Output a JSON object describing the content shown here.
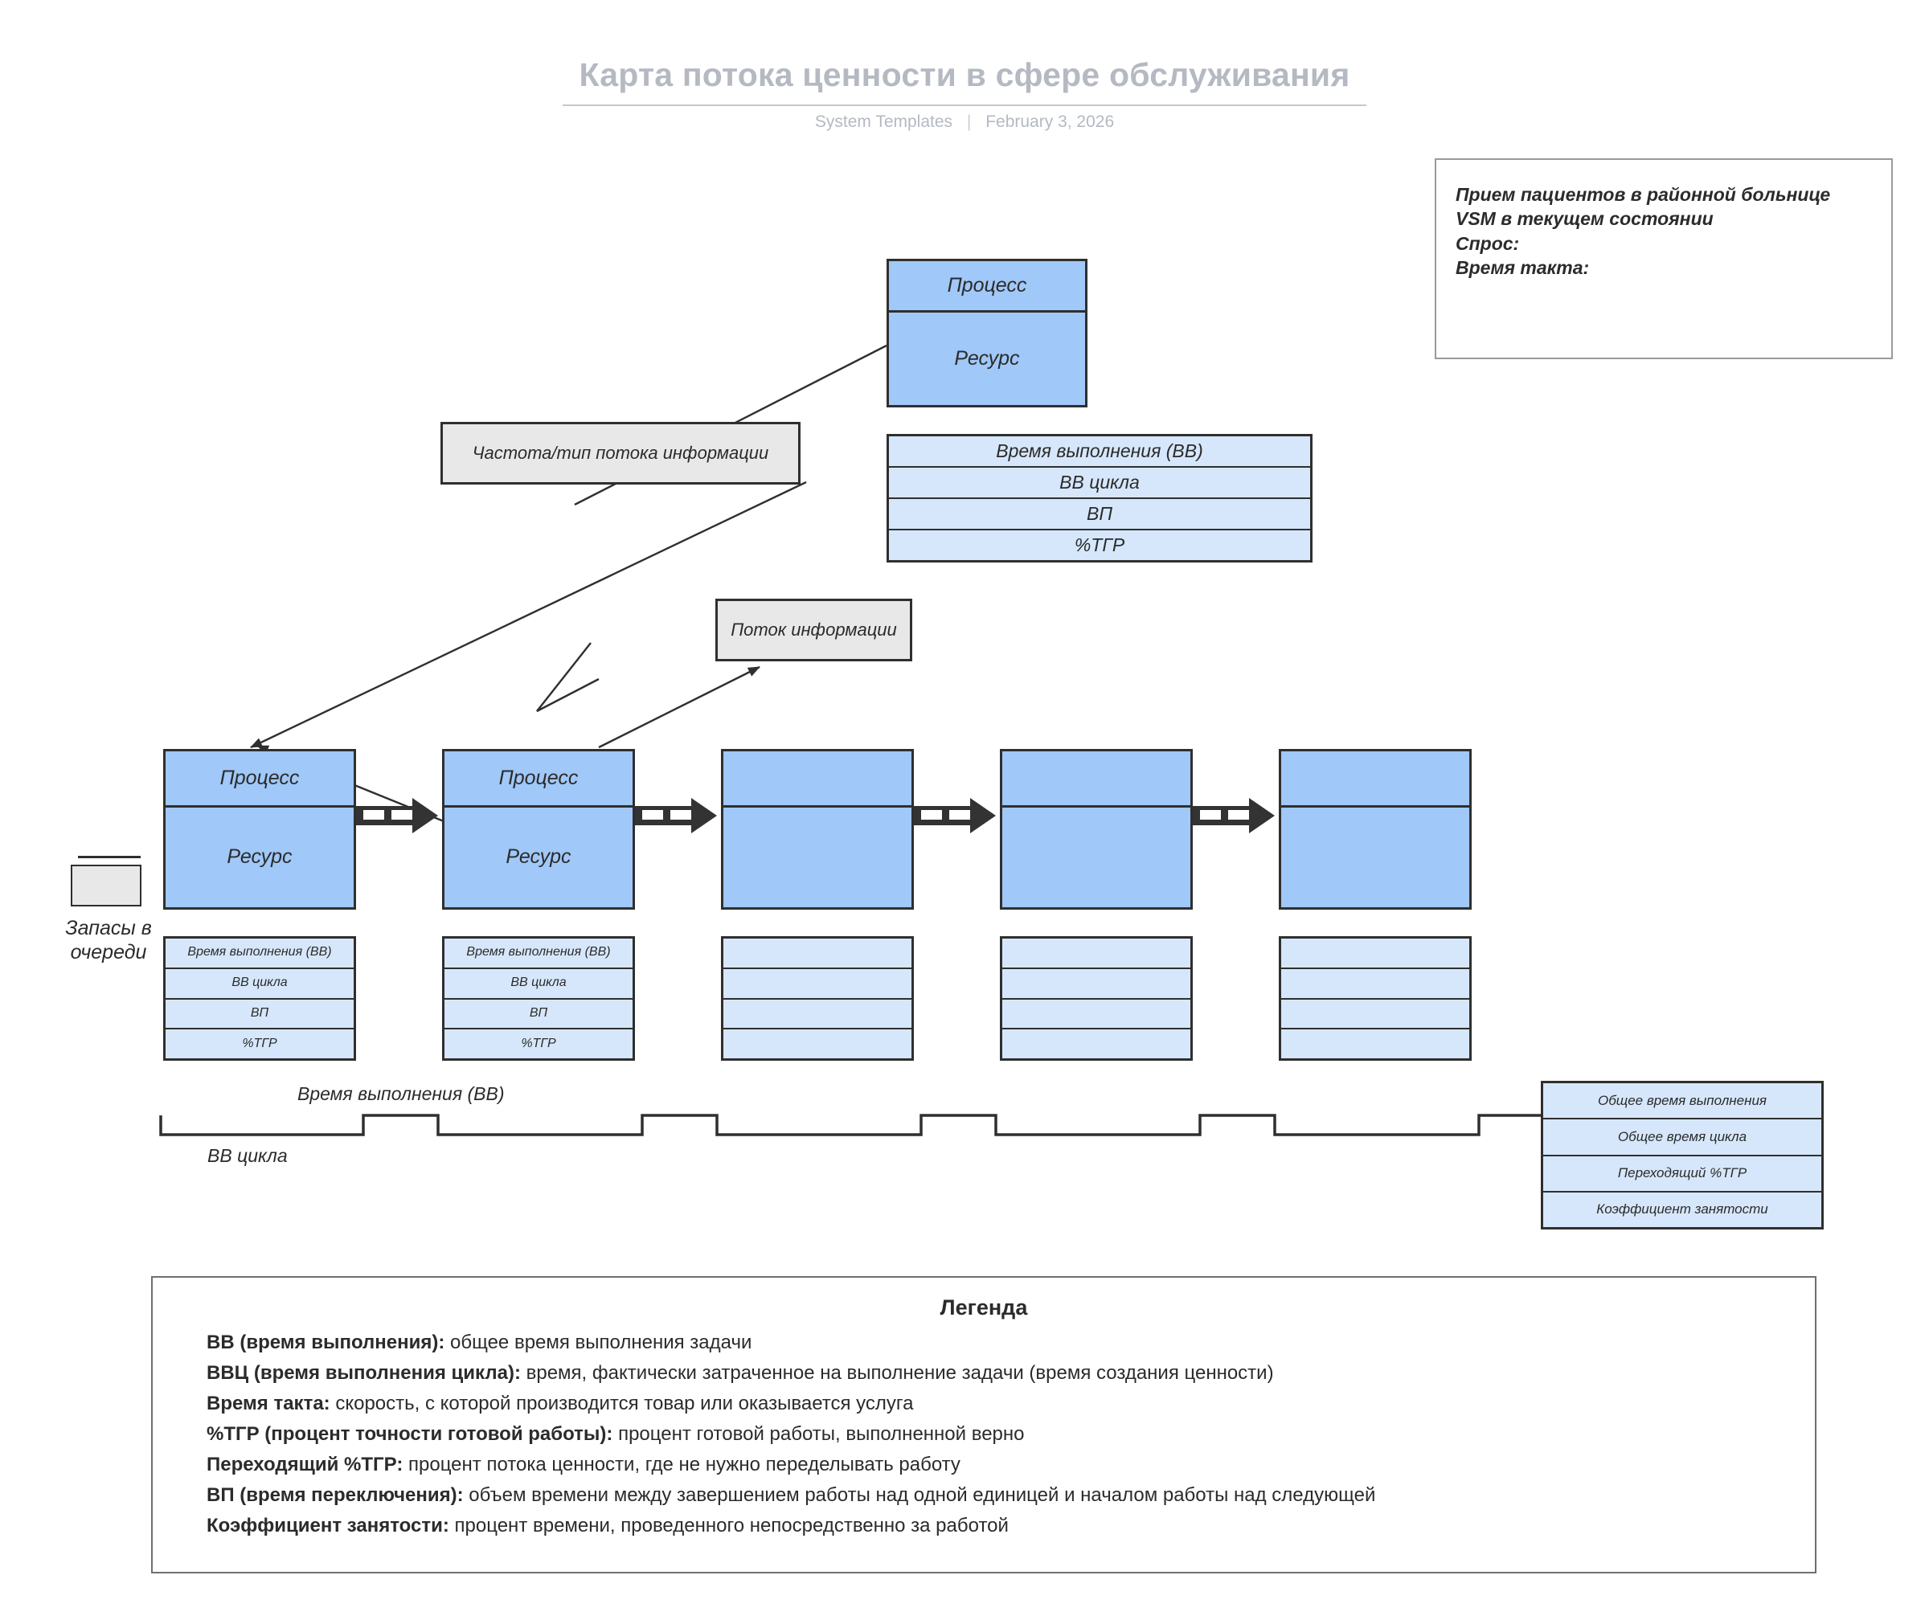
{
  "header": {
    "title": "Карта потока ценности в сфере обслуживания",
    "org": "System Templates",
    "separator": "|",
    "date": "February 3, 2026"
  },
  "note_box": {
    "lines": [
      "Прием пациентов в районной больнице",
      "VSM в текущем состоянии",
      "Спрос:",
      "Время такта:"
    ]
  },
  "supplier_process": {
    "process_label": "Процесс",
    "resource_label": "Ресурс"
  },
  "supplier_data_box": {
    "rows": [
      "Время выполнения (ВВ)",
      "ВВ цикла",
      "ВП",
      "%ТГР"
    ]
  },
  "info_flow_boxes": {
    "frequency": "Частота/тип потока информации",
    "flow": "Поток информации"
  },
  "inventory": {
    "label": "Запасы в очереди"
  },
  "process_row": {
    "process_label": "Процесс",
    "resource_label": "Ресурс",
    "data_rows": [
      "Время выполнения (ВВ)",
      "ВВ цикла",
      "ВП",
      "%ТГР"
    ],
    "steps": [
      {
        "process": "Процесс",
        "resource": "Ресурс",
        "has_labels": true
      },
      {
        "process": "Процесс",
        "resource": "Ресурс",
        "has_labels": true
      },
      {
        "process": "",
        "resource": "",
        "has_labels": false
      },
      {
        "process": "",
        "resource": "",
        "has_labels": false
      },
      {
        "process": "",
        "resource": "",
        "has_labels": false
      }
    ]
  },
  "timeline": {
    "lead_time_label": "Время выполнения (ВВ)",
    "cycle_time_label": "ВВ цикла"
  },
  "summary_box": {
    "rows": [
      "Общее время выполнения",
      "Общее время цикла",
      "Переходящий %ТГР",
      "Коэффициент занятости"
    ]
  },
  "legend": {
    "title": "Легенда",
    "items": [
      {
        "term": "ВВ (время выполнения):",
        "desc": " общее время выполнения задачи"
      },
      {
        "term": "ВВЦ (время выполнения цикла):",
        "desc": " время, фактически затраченное на выполнение задачи (время создания ценности)"
      },
      {
        "term": "Время такта:",
        "desc": " скорость, с которой производится товар или оказывается услуга"
      },
      {
        "term": "%ТГР (процент точности готовой работы):",
        "desc": " процент готовой работы, выполненной верно"
      },
      {
        "term": "Переходящий %ТГР:",
        "desc": " процент потока ценности, где не нужно переделывать работу"
      },
      {
        "term": "ВП (время переключения):",
        "desc": " объем времени между завершением работы над одной единицей и началом работы над следующей"
      },
      {
        "term": "Коэффициент занятости:",
        "desc": " процент времени, проведенного непосредственно за работой"
      }
    ]
  },
  "colors": {
    "process_fill": "#a0c8f8",
    "data_fill": "#d6e7fb",
    "info_fill": "#e8e8e8",
    "stroke": "#2f2f2f",
    "title": "#b4b9c2"
  }
}
